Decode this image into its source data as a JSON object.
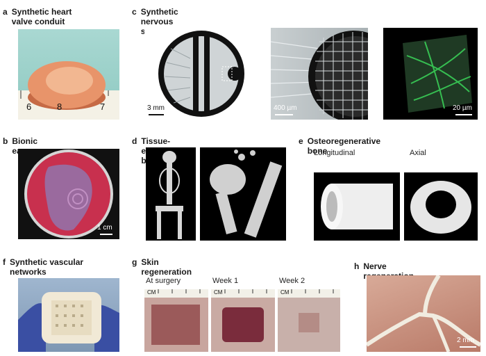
{
  "panels": {
    "a": {
      "letter": "a",
      "title": "Synthetic heart valve conduit",
      "ruler_numbers": [
        "6",
        "8",
        "7"
      ]
    },
    "c": {
      "letter": "c",
      "title": "Synthetic nervous system",
      "scale1": "3 mm",
      "scale2": "400 µm",
      "scale3": "20 µm"
    },
    "b": {
      "letter": "b",
      "title": "Bionic ear",
      "scale": "1 cm"
    },
    "d": {
      "letter": "d",
      "title": "Tissue-engineered bone"
    },
    "e": {
      "letter": "e",
      "title": "Osteoregenerative bone",
      "sub1": "Longitudinal",
      "sub2": "Axial"
    },
    "f": {
      "letter": "f",
      "title": "Synthetic vascular networks"
    },
    "g": {
      "letter": "g",
      "title": "Skin regeneration",
      "sub1": "At surgery",
      "sub2": "Week 1",
      "sub3": "Week 2",
      "ruler_label": "CM"
    },
    "h": {
      "letter": "h",
      "title": "Nerve regeneration",
      "scale": "2 mm"
    }
  },
  "colors": {
    "heart_valve": "#e8946a",
    "ear_dish": "#c8304e",
    "fluor_green": "#3bd65a",
    "skin": "#9b5a5a",
    "nerve_bg": "#c98f7e"
  }
}
